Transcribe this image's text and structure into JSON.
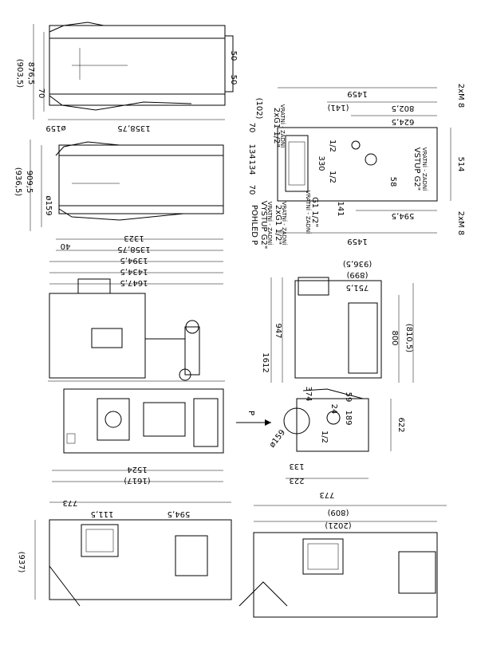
{
  "drawing": {
    "view_top_left": {
      "dims": {
        "d903": "(903,5)",
        "d876": "876,5",
        "d70": "70",
        "d50a": "50",
        "d50b": "50",
        "d159": "ø159",
        "d1358": "1358,75"
      }
    },
    "view_mid_left": {
      "dims": {
        "d936": "(936,5)",
        "d909": "909,5",
        "d159": "ø159",
        "d1323": "1323",
        "d40": "40",
        "d1358": "1358,75",
        "d1394": "1394,5",
        "d1434": "1434,5",
        "d1647": "1647,5"
      }
    },
    "view_right_top": {
      "dims": {
        "d1459top": "1459",
        "d141a": "(141)",
        "d802": "802,5",
        "d624": "624,5",
        "d2xM8a": "2xM 8",
        "d514": "514",
        "d102": "(102)",
        "d70a": "70",
        "d134": "134",
        "d134b": "134",
        "d70b": "70",
        "d330": "330",
        "d12a": "1/2",
        "d12b": "1/2",
        "d58": "58",
        "d141b": "141",
        "d594": "594,5",
        "d2xM8b": "2xM 8",
        "d1459bot": "1459"
      },
      "labels": {
        "g12a": "2xG1 1/2\"",
        "g12a_sub": "VRATNÍ - ZADNÍ",
        "vstup": "VSTUP G2\"",
        "vstup_sub": "VRATNÍ - ZADNÍ",
        "g12b": "G1 1/2\"",
        "g12b_sub": "VRATNÍ - ZADNÍ",
        "pohled": "POHLED P",
        "vystup": "VÝSTUP G2\"",
        "vystup_sub": "VRATNÍ - ZADNÍ",
        "g12c": "2xG1 1/2\"",
        "g12c_sub": "VRATNÍ - ZADNÍ"
      }
    },
    "view_front": {
      "dims": {
        "d936": "(936,5)",
        "d899": "(899)",
        "d751": "751,5",
        "d947": "947",
        "d800": "800",
        "d810": "(810,5)",
        "d1612": "1612"
      }
    },
    "view_bottom_left": {
      "dims": {
        "d1524": "1524",
        "d1617": "(1617)"
      }
    },
    "view_side_right": {
      "dims": {
        "d374": "374",
        "d59": "59",
        "d24": "24",
        "d189": "189",
        "d12": "1/2",
        "d159": "ø159",
        "d622": "622",
        "d133": "133",
        "d223": "223",
        "d773": "773"
      },
      "labels": {
        "p": "P"
      }
    },
    "view_bottom": {
      "dims": {
        "d773": "773",
        "d111": "111,5",
        "d594": "594,5",
        "d937": "(937)",
        "d809": "(809)",
        "d2021": "(2021)"
      }
    }
  }
}
